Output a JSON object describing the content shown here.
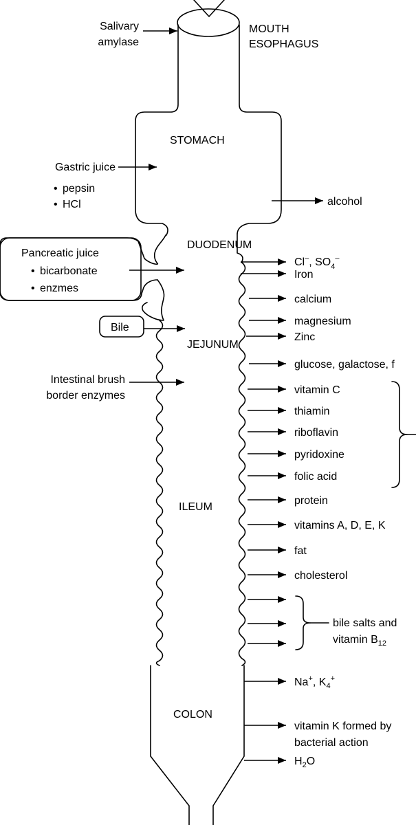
{
  "organs": {
    "mouth": "MOUTH",
    "esophagus": "ESOPHAGUS",
    "stomach": "STOMACH",
    "duodenum": "DUODENUM",
    "jejunum": "JEJUNUM",
    "ileum": "ILEUM",
    "colon": "COLON"
  },
  "inputs": {
    "salivary": [
      "Salivary",
      "amylase"
    ],
    "gastric": {
      "title": "Gastric juice",
      "items": [
        "pepsin",
        "HCl"
      ]
    },
    "pancreatic": {
      "title": "Pancreatic juice",
      "items": [
        "bicarbonate",
        "enzmes"
      ]
    },
    "bile": "Bile",
    "brush": [
      "Intestinal brush",
      "border enzymes"
    ]
  },
  "bullet": "•",
  "outputs": {
    "alcohol": "alcohol",
    "cl": "Cl",
    "cl_sup": "–",
    "cl_sep": ", SO",
    "so4_sub": "4",
    "so4_sup": "–",
    "iron": "Iron",
    "calcium": "calcium",
    "magnesium": "magnesium",
    "zinc": "Zinc",
    "glucose": "glucose, galactose, f",
    "vitamin_c": "vitamin C",
    "thiamin": "thiamin",
    "riboflavin": "riboflavin",
    "pyridoxine": "pyridoxine",
    "folic_acid": "folic acid",
    "protein": "protein",
    "vitamins_adek": "vitamins A, D, E, K",
    "fat": "fat",
    "cholesterol": "cholesterol",
    "bile_salts_1": "bile salts and",
    "bile_salts_2": "vitamin B",
    "b12_sub": "12",
    "na": "Na",
    "na_sup": "+",
    "k_sep": ", K",
    "k_sub": "4",
    "k_sup": "+",
    "vitk_1": "vitamin K formed by",
    "vitk_2": "bacterial action",
    "h2o_h": "H",
    "h2o_sub": "2",
    "h2o_o": "O"
  }
}
